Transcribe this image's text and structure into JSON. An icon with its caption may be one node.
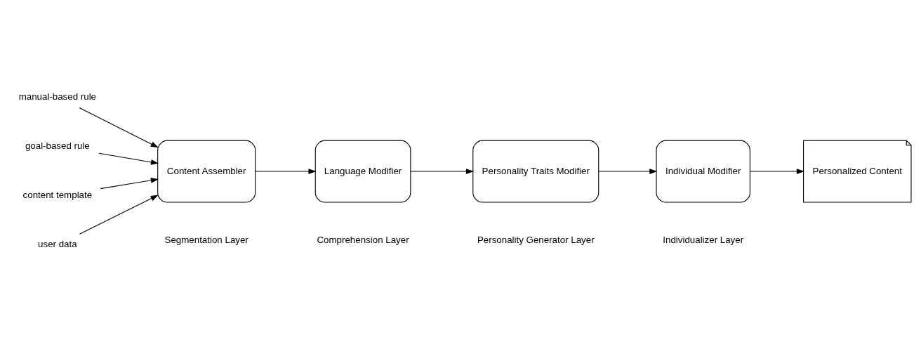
{
  "diagram": {
    "nodes": [
      {
        "text": [
          "manual-based rule"
        ]
      },
      {
        "text": [
          "goal-based rule"
        ]
      },
      {
        "text": [
          "content template"
        ]
      },
      {
        "text": [
          "user data"
        ]
      },
      {
        "text": [
          "Content Assembler"
        ]
      },
      {
        "text": [
          "Language Modifier"
        ]
      },
      {
        "text": [
          "Personality Traits Modifier"
        ]
      },
      {
        "text": [
          "Individual Modifier"
        ]
      },
      {
        "text": [
          "Personalized Content"
        ]
      }
    ],
    "edges": [
      {
        "from": 0,
        "to": 4,
        "arrow": "to"
      },
      {
        "from": 1,
        "to": 4,
        "arrow": "to"
      },
      {
        "from": 2,
        "to": 4,
        "arrow": "to"
      },
      {
        "from": 3,
        "to": 4,
        "arrow": "to"
      },
      {
        "from": 4,
        "to": 5,
        "arrow": "to"
      },
      {
        "from": 5,
        "to": 6,
        "arrow": "to"
      },
      {
        "from": 6,
        "to": 7,
        "arrow": "to"
      },
      {
        "from": 7,
        "to": 8,
        "arrow": "to"
      }
    ],
    "labels": [
      "Segmentation Layer",
      "Comprehension Layer",
      "Personality Generator Layer",
      "Individualizer Layer"
    ]
  }
}
